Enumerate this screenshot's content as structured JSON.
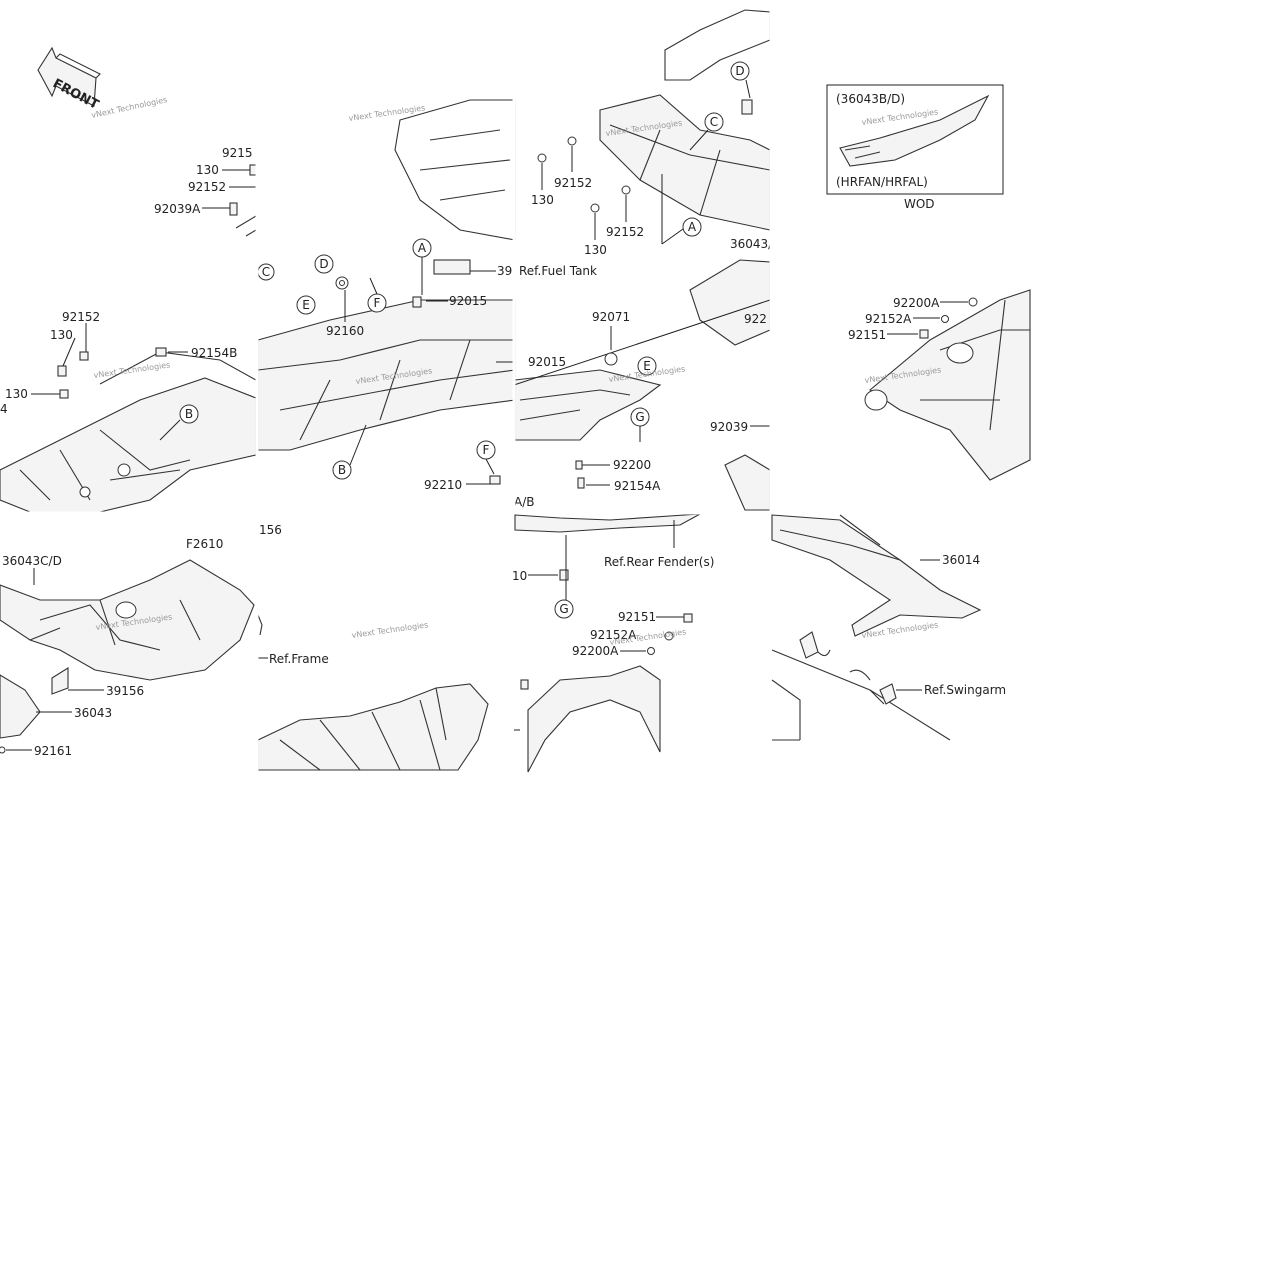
{
  "front_arrow": {
    "label": "FRONT"
  },
  "watermark": "vNext Technologies",
  "figure_code": "F2610",
  "callout_letters": [
    "A",
    "B",
    "C",
    "D",
    "E",
    "F",
    "G"
  ],
  "parts": {
    "p130": "130",
    "p92152": "92152",
    "p92039A": "92039A",
    "p92154_cut": "9215",
    "p92154B": "92154B",
    "p92160": "92160",
    "p92015": "92015",
    "p39_cut": "39",
    "p92071": "92071",
    "p92200": "92200",
    "p92154A": "92154A",
    "p92210": "92210",
    "p92039": "92039",
    "p36043_cut": "36043/",
    "p92200A": "92200A",
    "p92152A": "92152A",
    "p92151": "92151",
    "p36043CD": "36043C/D",
    "p39156": "39156",
    "p36043": "36043",
    "p92161": "92161",
    "p36014": "36014",
    "p156_cut": "156",
    "p10_cut": "10",
    "pAB_cut": "A/B",
    "p92152A_b": "92152A",
    "p92200A_b": "92200A",
    "p92151_b": "92151",
    "p92_cut": "922",
    "p4_cut": "4"
  },
  "refs": {
    "fuel_tank": "Ref.Fuel Tank",
    "rear_fender": "Ref.Rear Fender(s)",
    "frame": "Ref.Frame",
    "swingarm": "Ref.Swingarm"
  },
  "inset": {
    "part": "(36043B/D)",
    "models": "(HRFAN/HRFAL)",
    "caption": "WOD"
  }
}
